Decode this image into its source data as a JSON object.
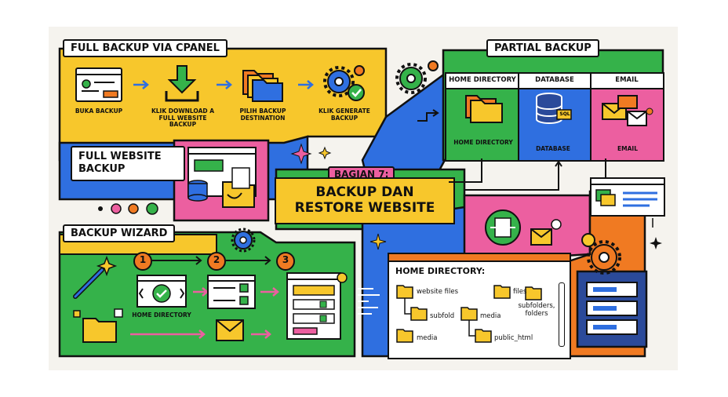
{
  "full_backup": {
    "title": "FULL BACKUP VIA CPANEL",
    "steps": [
      "BUKA BACKUP",
      "KLIK DOWNLOAD A FULL WEBSITE BACKUP",
      "PILIH BACKUP DESTINATION",
      "KLIK GENERATE BACKUP"
    ]
  },
  "full_website_backup": {
    "title": "FULL WEBSITE BACKUP"
  },
  "center": {
    "badge": "BAGIAN 7:",
    "title_line1": "BACKUP DAN",
    "title_line2": "RESTORE WEBSITE"
  },
  "partial_backup": {
    "title": "PARTIAL BACKUP",
    "columns": [
      {
        "header": "HOME DIRECTORY",
        "label": "HOME DIRECTORY"
      },
      {
        "header": "DATABASE",
        "label": "DATABASE",
        "badge": "SQL"
      },
      {
        "header": "EMAIL",
        "label": "EMAIL"
      }
    ]
  },
  "backup_wizard": {
    "title": "BACKUP WIZARD",
    "steps": [
      "1",
      "2",
      "3"
    ],
    "home_label": "HOME DIRECTORY"
  },
  "home_directory_panel": {
    "title": "HOME DIRECTORY:",
    "items": [
      "website files",
      "files",
      "subfold",
      "media",
      "subfolders, folders",
      "media",
      "public_html"
    ]
  },
  "colors": {
    "yellow": "#f7c72c",
    "blue": "#2f6fe0",
    "green": "#35b24a",
    "pink": "#ec5fa0",
    "orange": "#f07a22",
    "navy": "#2b4a9a"
  }
}
